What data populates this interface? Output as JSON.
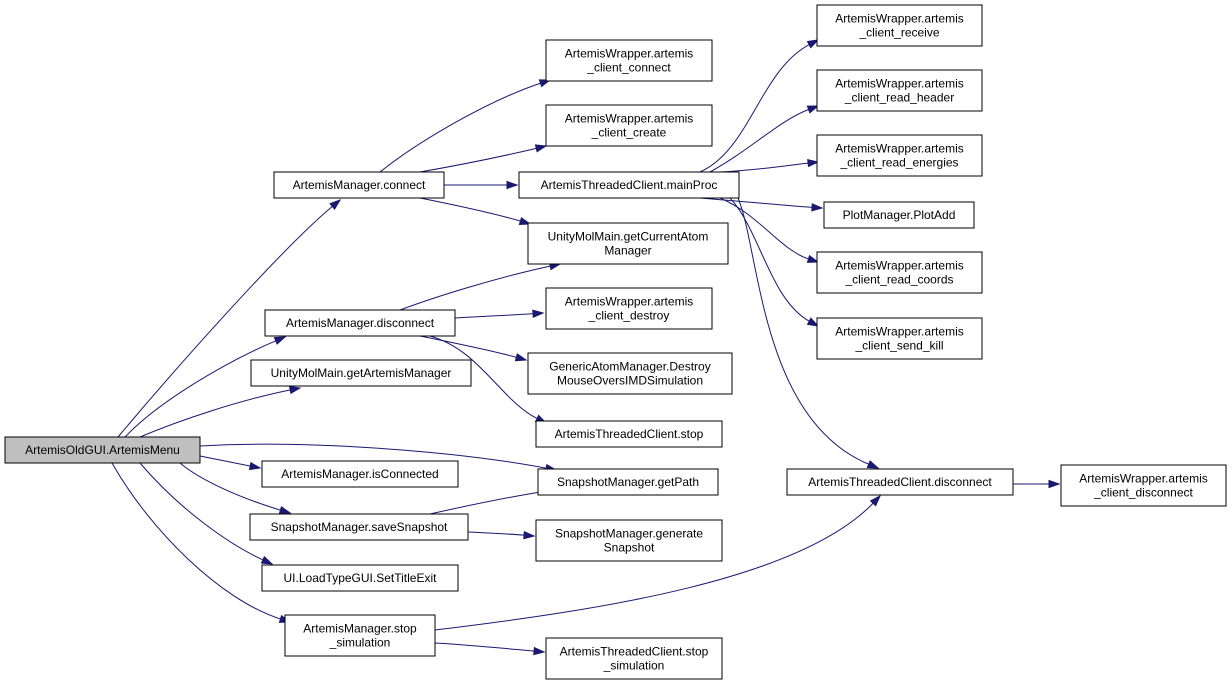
{
  "diagram": {
    "type": "call-graph",
    "colors": {
      "edge": "#191970",
      "root_fill": "#bfbfbf",
      "node_fill": "#ffffff",
      "node_stroke": "#000000"
    },
    "nodes": [
      {
        "id": "menu",
        "lines": [
          "ArtemisOldGUI.ArtemisMenu"
        ],
        "root": true
      },
      {
        "id": "connect",
        "lines": [
          "ArtemisManager.connect"
        ]
      },
      {
        "id": "disconnect",
        "lines": [
          "ArtemisManager.disconnect"
        ]
      },
      {
        "id": "getAM",
        "lines": [
          "UnityMolMain.getArtemisManager"
        ]
      },
      {
        "id": "isConn",
        "lines": [
          "ArtemisManager.isConnected"
        ]
      },
      {
        "id": "saveSnap",
        "lines": [
          "SnapshotManager.saveSnapshot"
        ]
      },
      {
        "id": "setTitle",
        "lines": [
          "UI.LoadTypeGUI.SetTitleExit"
        ]
      },
      {
        "id": "stopSim",
        "lines": [
          "ArtemisManager.stop",
          "_simulation"
        ]
      },
      {
        "id": "cConnect",
        "lines": [
          "ArtemisWrapper.artemis",
          "_client_connect"
        ]
      },
      {
        "id": "cCreate",
        "lines": [
          "ArtemisWrapper.artemis",
          "_client_create"
        ]
      },
      {
        "id": "mainProc",
        "lines": [
          "ArtemisThreadedClient.mainProc"
        ]
      },
      {
        "id": "getCur",
        "lines": [
          "UnityMolMain.getCurrentAtom",
          "Manager"
        ]
      },
      {
        "id": "cDestroy",
        "lines": [
          "ArtemisWrapper.artemis",
          "_client_destroy"
        ]
      },
      {
        "id": "destroyMO",
        "lines": [
          "GenericAtomManager.Destroy",
          "MouseOversIMDSimulation"
        ]
      },
      {
        "id": "atcStop",
        "lines": [
          "ArtemisThreadedClient.stop"
        ]
      },
      {
        "id": "getPath",
        "lines": [
          "SnapshotManager.getPath"
        ]
      },
      {
        "id": "genSnap",
        "lines": [
          "SnapshotManager.generate",
          "Snapshot"
        ]
      },
      {
        "id": "atcStopSim",
        "lines": [
          "ArtemisThreadedClient.stop",
          "_simulation"
        ]
      },
      {
        "id": "cReceive",
        "lines": [
          "ArtemisWrapper.artemis",
          "_client_receive"
        ]
      },
      {
        "id": "cReadHeader",
        "lines": [
          "ArtemisWrapper.artemis",
          "_client_read_header"
        ]
      },
      {
        "id": "cReadEnergies",
        "lines": [
          "ArtemisWrapper.artemis",
          "_client_read_energies"
        ]
      },
      {
        "id": "plotAdd",
        "lines": [
          "PlotManager.PlotAdd"
        ]
      },
      {
        "id": "cReadCoords",
        "lines": [
          "ArtemisWrapper.artemis",
          "_client_read_coords"
        ]
      },
      {
        "id": "cSendKill",
        "lines": [
          "ArtemisWrapper.artemis",
          "_client_send_kill"
        ]
      },
      {
        "id": "atcDisconnect",
        "lines": [
          "ArtemisThreadedClient.disconnect"
        ]
      },
      {
        "id": "cDisconnect",
        "lines": [
          "ArtemisWrapper.artemis",
          "_client_disconnect"
        ]
      }
    ],
    "edges": [
      [
        "menu",
        "connect"
      ],
      [
        "menu",
        "disconnect"
      ],
      [
        "menu",
        "getAM"
      ],
      [
        "menu",
        "isConn"
      ],
      [
        "menu",
        "getPath"
      ],
      [
        "menu",
        "saveSnap"
      ],
      [
        "menu",
        "setTitle"
      ],
      [
        "menu",
        "stopSim"
      ],
      [
        "connect",
        "cConnect"
      ],
      [
        "connect",
        "cCreate"
      ],
      [
        "connect",
        "mainProc"
      ],
      [
        "connect",
        "getCur"
      ],
      [
        "disconnect",
        "getCur"
      ],
      [
        "disconnect",
        "cDestroy"
      ],
      [
        "disconnect",
        "destroyMO"
      ],
      [
        "disconnect",
        "atcStop"
      ],
      [
        "saveSnap",
        "getPath"
      ],
      [
        "saveSnap",
        "genSnap"
      ],
      [
        "stopSim",
        "atcDisconnect"
      ],
      [
        "stopSim",
        "atcStopSim"
      ],
      [
        "mainProc",
        "cReceive"
      ],
      [
        "mainProc",
        "cReadHeader"
      ],
      [
        "mainProc",
        "cReadEnergies"
      ],
      [
        "mainProc",
        "plotAdd"
      ],
      [
        "mainProc",
        "cReadCoords"
      ],
      [
        "mainProc",
        "cSendKill"
      ],
      [
        "mainProc",
        "atcDisconnect"
      ],
      [
        "atcDisconnect",
        "cDisconnect"
      ]
    ]
  }
}
